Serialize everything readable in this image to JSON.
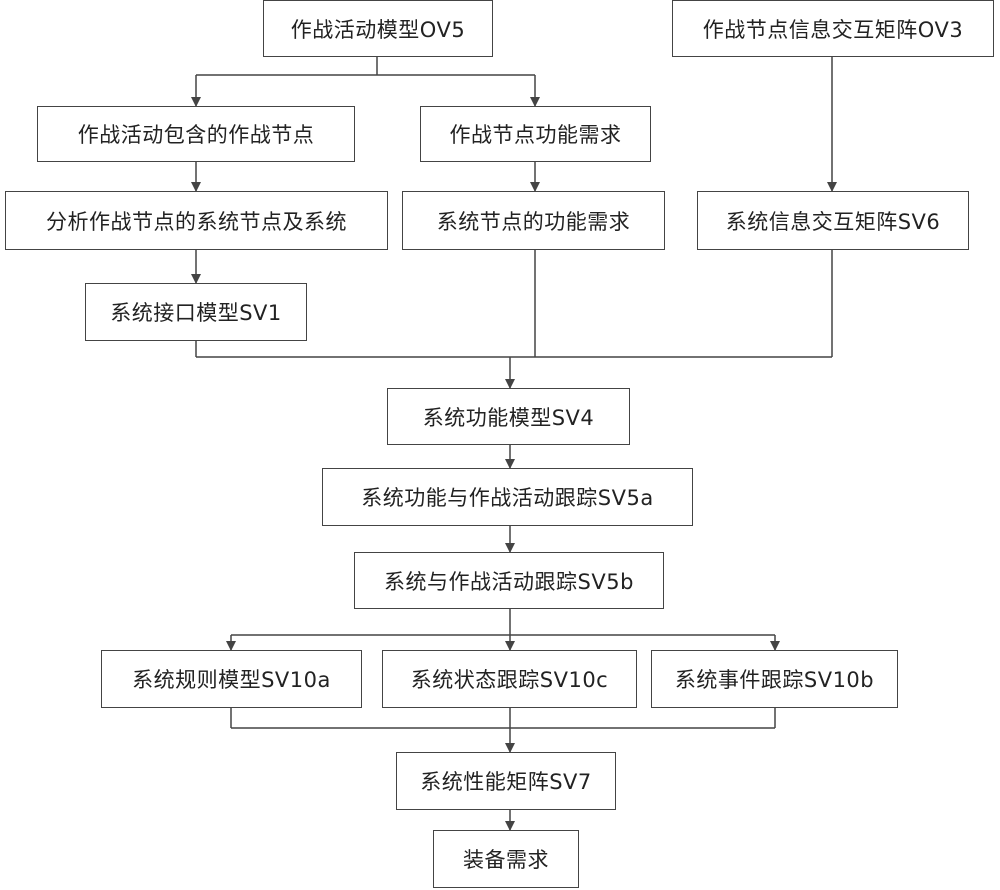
{
  "nodes": {
    "ov5": "作战活动模型OV5",
    "ov3": "作战节点信息交互矩阵OV3",
    "activity_nodes": "作战活动包含的作战节点",
    "node_func_req": "作战节点功能需求",
    "analyze_nodes": "分析作战节点的系统节点及系统",
    "sys_node_func_req": "系统节点的功能需求",
    "sv6": "系统信息交互矩阵SV6",
    "sv1": "系统接口模型SV1",
    "sv4": "系统功能模型SV4",
    "sv5a": "系统功能与作战活动跟踪SV5a",
    "sv5b": "系统与作战活动跟踪SV5b",
    "sv10a": "系统规则模型SV10a",
    "sv10c": "系统状态跟踪SV10c",
    "sv10b": "系统事件跟踪SV10b",
    "sv7": "系统性能矩阵SV7",
    "equip_req": "装备需求"
  }
}
